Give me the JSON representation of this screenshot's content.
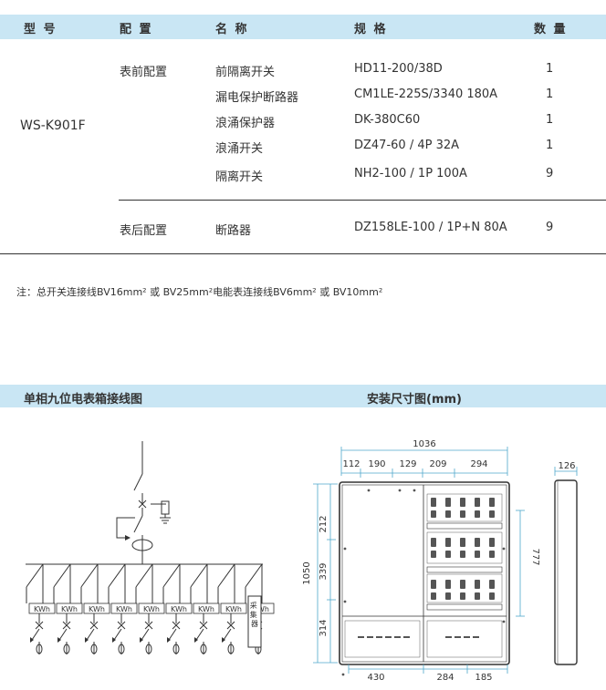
{
  "table": {
    "headers": {
      "model": "型 号",
      "config": "配 置",
      "name": "名 称",
      "spec": "规 格",
      "qty": "数 量"
    },
    "model": "WS-K901F",
    "groups": [
      {
        "label": "表前配置",
        "rows": [
          {
            "name": "前隔离开关",
            "spec": "HD11-200/38D",
            "qty": "1"
          },
          {
            "name": "漏电保护断路器",
            "spec": "CM1LE-225S/3340 180A",
            "qty": "1"
          },
          {
            "name": "浪涌保护器",
            "spec": "DK-380C60",
            "qty": "1"
          },
          {
            "name": "浪涌开关",
            "spec": "DZ47-60 / 4P 32A",
            "qty": "1"
          },
          {
            "name": "隔离开关",
            "spec": "NH2-100 / 1P 100A",
            "qty": "9"
          }
        ]
      },
      {
        "label": "表后配置",
        "rows": [
          {
            "name": "断路器",
            "spec": "DZ158LE-100 / 1P+N 80A",
            "qty": "9"
          }
        ]
      }
    ]
  },
  "note": "注：总开关连接线BV16mm² 或 BV25mm²电能表连接线BV6mm² 或 BV10mm²",
  "sections": {
    "wiring_title": "单相九位电表箱接线图",
    "dimension_title": "安装尺寸图(mm)"
  },
  "wiring": {
    "meter_label": "KWh",
    "collector_label": "采集器",
    "meter_count": 9
  },
  "dimensions": {
    "overall_width": "1036",
    "top_segments": [
      "112",
      "190",
      "129",
      "209",
      "294"
    ],
    "overall_height": "1050",
    "left_segments": [
      "212",
      "339",
      "314"
    ],
    "right_height": "777",
    "depth": "126",
    "bottom_segments": [
      "430",
      "284",
      "185"
    ]
  },
  "colors": {
    "band": "#c9e6f4",
    "dim_line": "#4fa8cc",
    "line": "#333333"
  }
}
